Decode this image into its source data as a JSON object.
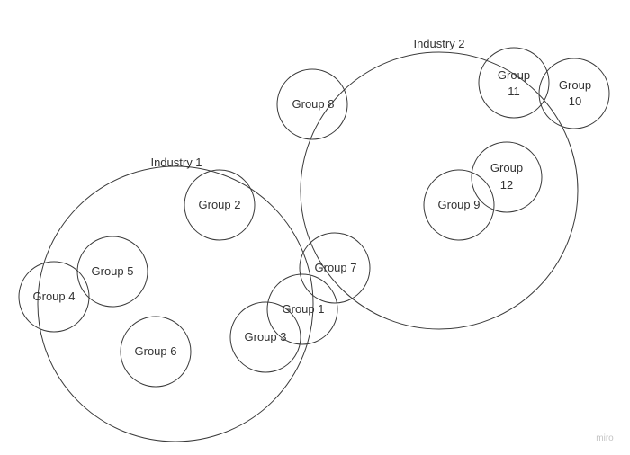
{
  "industries": [
    {
      "label": "Industry 1"
    },
    {
      "label": "Industry 2"
    }
  ],
  "groups": [
    {
      "line1": "Group 1",
      "line2": ""
    },
    {
      "line1": "Group 2",
      "line2": ""
    },
    {
      "line1": "Group 3",
      "line2": ""
    },
    {
      "line1": "Group 4",
      "line2": ""
    },
    {
      "line1": "Group 5",
      "line2": ""
    },
    {
      "line1": "Group 6",
      "line2": ""
    },
    {
      "line1": "Group 7",
      "line2": ""
    },
    {
      "line1": "Group 8",
      "line2": ""
    },
    {
      "line1": "Group 9",
      "line2": ""
    },
    {
      "line1": "Group",
      "line2": "10"
    },
    {
      "line1": "Group",
      "line2": "11"
    },
    {
      "line1": "Group",
      "line2": "12"
    }
  ],
  "watermark": "miro",
  "stroke_color": "#3a3a3a",
  "text_color": "#333333"
}
